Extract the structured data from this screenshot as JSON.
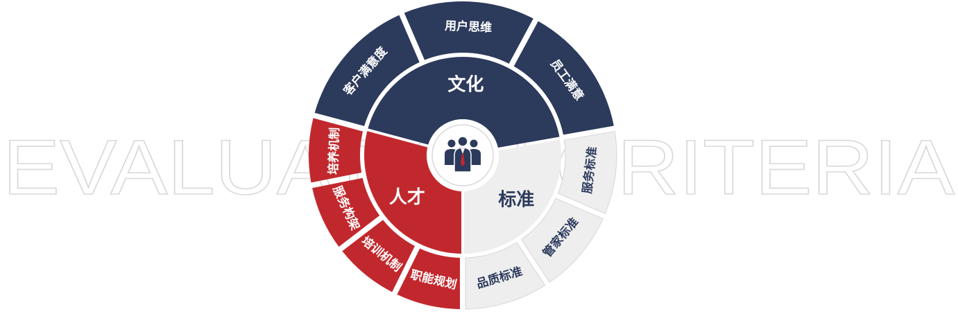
{
  "background_word": "EVALUATION CRITERIA",
  "colors": {
    "culture": "#2c3a5c",
    "talent": "#c1282d",
    "standard": "#eeeeee",
    "standard_text": "#2c3a5c",
    "light_text": "#ffffff",
    "divider": "#ffffff",
    "outline_text": "#d9d9d9"
  },
  "center_icon": "team-people-icon",
  "sectors": [
    {
      "key": "culture",
      "label": "文化",
      "items": [
        "客户满意度",
        "用户思维",
        "员工满意"
      ]
    },
    {
      "key": "standard",
      "label": "标准",
      "items": [
        "服务标准",
        "管家标准",
        "品质标准"
      ]
    },
    {
      "key": "talent",
      "label": "人才",
      "items": [
        "职能规划",
        "培训机制",
        "服务构架",
        "培养机制"
      ]
    }
  ]
}
